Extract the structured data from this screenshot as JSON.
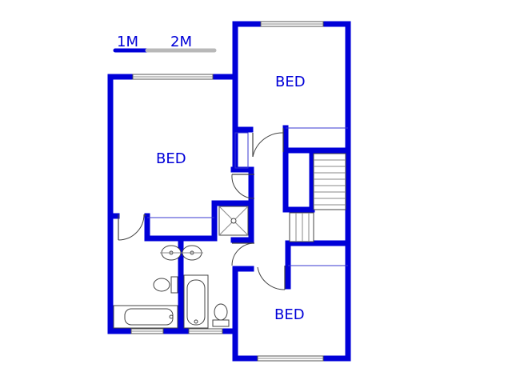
{
  "scale_bar": {
    "label_1": "1M",
    "label_2": "2M",
    "colors": {
      "first_segment": "#0000d8",
      "second_segment": "#b8b8b8"
    }
  },
  "rooms": {
    "bed_top_right": "BED",
    "bed_left": "BED",
    "bed_bottom_right": "BED"
  },
  "colors": {
    "wall": "#0000d8",
    "fixture_outline": "#444444",
    "background": "#ffffff"
  }
}
